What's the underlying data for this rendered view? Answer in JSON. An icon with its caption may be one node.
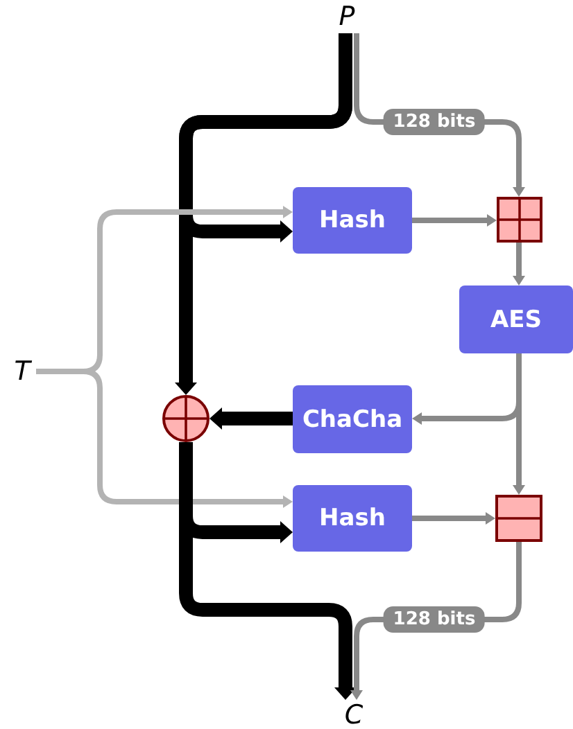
{
  "diagram": {
    "nodes": [
      {
        "text": [
          "P"
        ]
      },
      {
        "text": [
          "T"
        ]
      },
      {
        "text": [
          "Hash"
        ]
      },
      {
        "text": [],
        "shape": "box"
      },
      {
        "text": [
          "AES"
        ]
      },
      {
        "text": [],
        "shape": "circle"
      },
      {
        "text": [
          "ChaCha"
        ]
      },
      {
        "text": [
          "Hash"
        ]
      },
      {
        "text": [],
        "shape": "box"
      },
      {
        "text": [
          "C"
        ]
      }
    ],
    "edges": [
      {
        "from": 0,
        "to": 5,
        "arrow": "to",
        "style": "thick",
        "color": "#000000"
      },
      {
        "from": 0,
        "to": 2,
        "arrow": "to",
        "style": "thick",
        "color": "#000000"
      },
      {
        "from": 0,
        "to": 3,
        "arrow": "to",
        "label": "128 bits"
      },
      {
        "from": 1,
        "to": 2,
        "arrow": "to",
        "color": "#b3b3b3"
      },
      {
        "from": 1,
        "to": 7,
        "arrow": "to",
        "color": "#b3b3b3"
      },
      {
        "from": 2,
        "to": 3,
        "arrow": "to"
      },
      {
        "from": 3,
        "to": 4,
        "arrow": "to"
      },
      {
        "from": 4,
        "to": 6,
        "arrow": "to"
      },
      {
        "from": 4,
        "to": 8,
        "arrow": "to"
      },
      {
        "from": 6,
        "to": 5,
        "arrow": "to",
        "style": "thick",
        "color": "#000000"
      },
      {
        "from": 5,
        "to": 7,
        "arrow": "to",
        "style": "thick",
        "color": "#000000"
      },
      {
        "from": 5,
        "to": 9,
        "arrow": "to",
        "style": "thick",
        "color": "#000000"
      },
      {
        "from": 7,
        "to": 8,
        "arrow": "to"
      },
      {
        "from": 8,
        "to": 9,
        "arrow": "to",
        "label": "128 bits"
      }
    ]
  }
}
